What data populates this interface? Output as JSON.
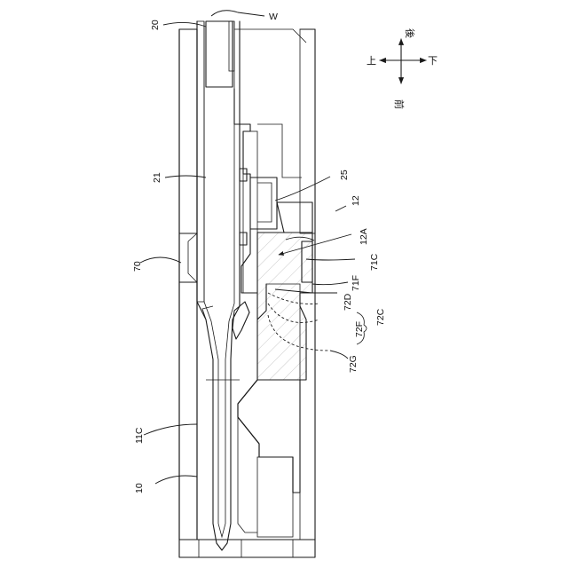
{
  "labels": {
    "w": "W",
    "l20": "20",
    "l21": "21",
    "l25": "25",
    "l12": "12",
    "l12A": "12A",
    "l71C": "71C",
    "l71F": "71F",
    "l72D": "72D",
    "l72F": "72F",
    "l72C": "72C",
    "l72G": "72G",
    "l70": "70",
    "l11C": "11C",
    "l10": "10"
  },
  "directions": {
    "up": "上",
    "down": "下",
    "front": "前",
    "back": "後"
  },
  "colors": {
    "shaded_region": "#dadada",
    "line": "#1a1a1a"
  }
}
